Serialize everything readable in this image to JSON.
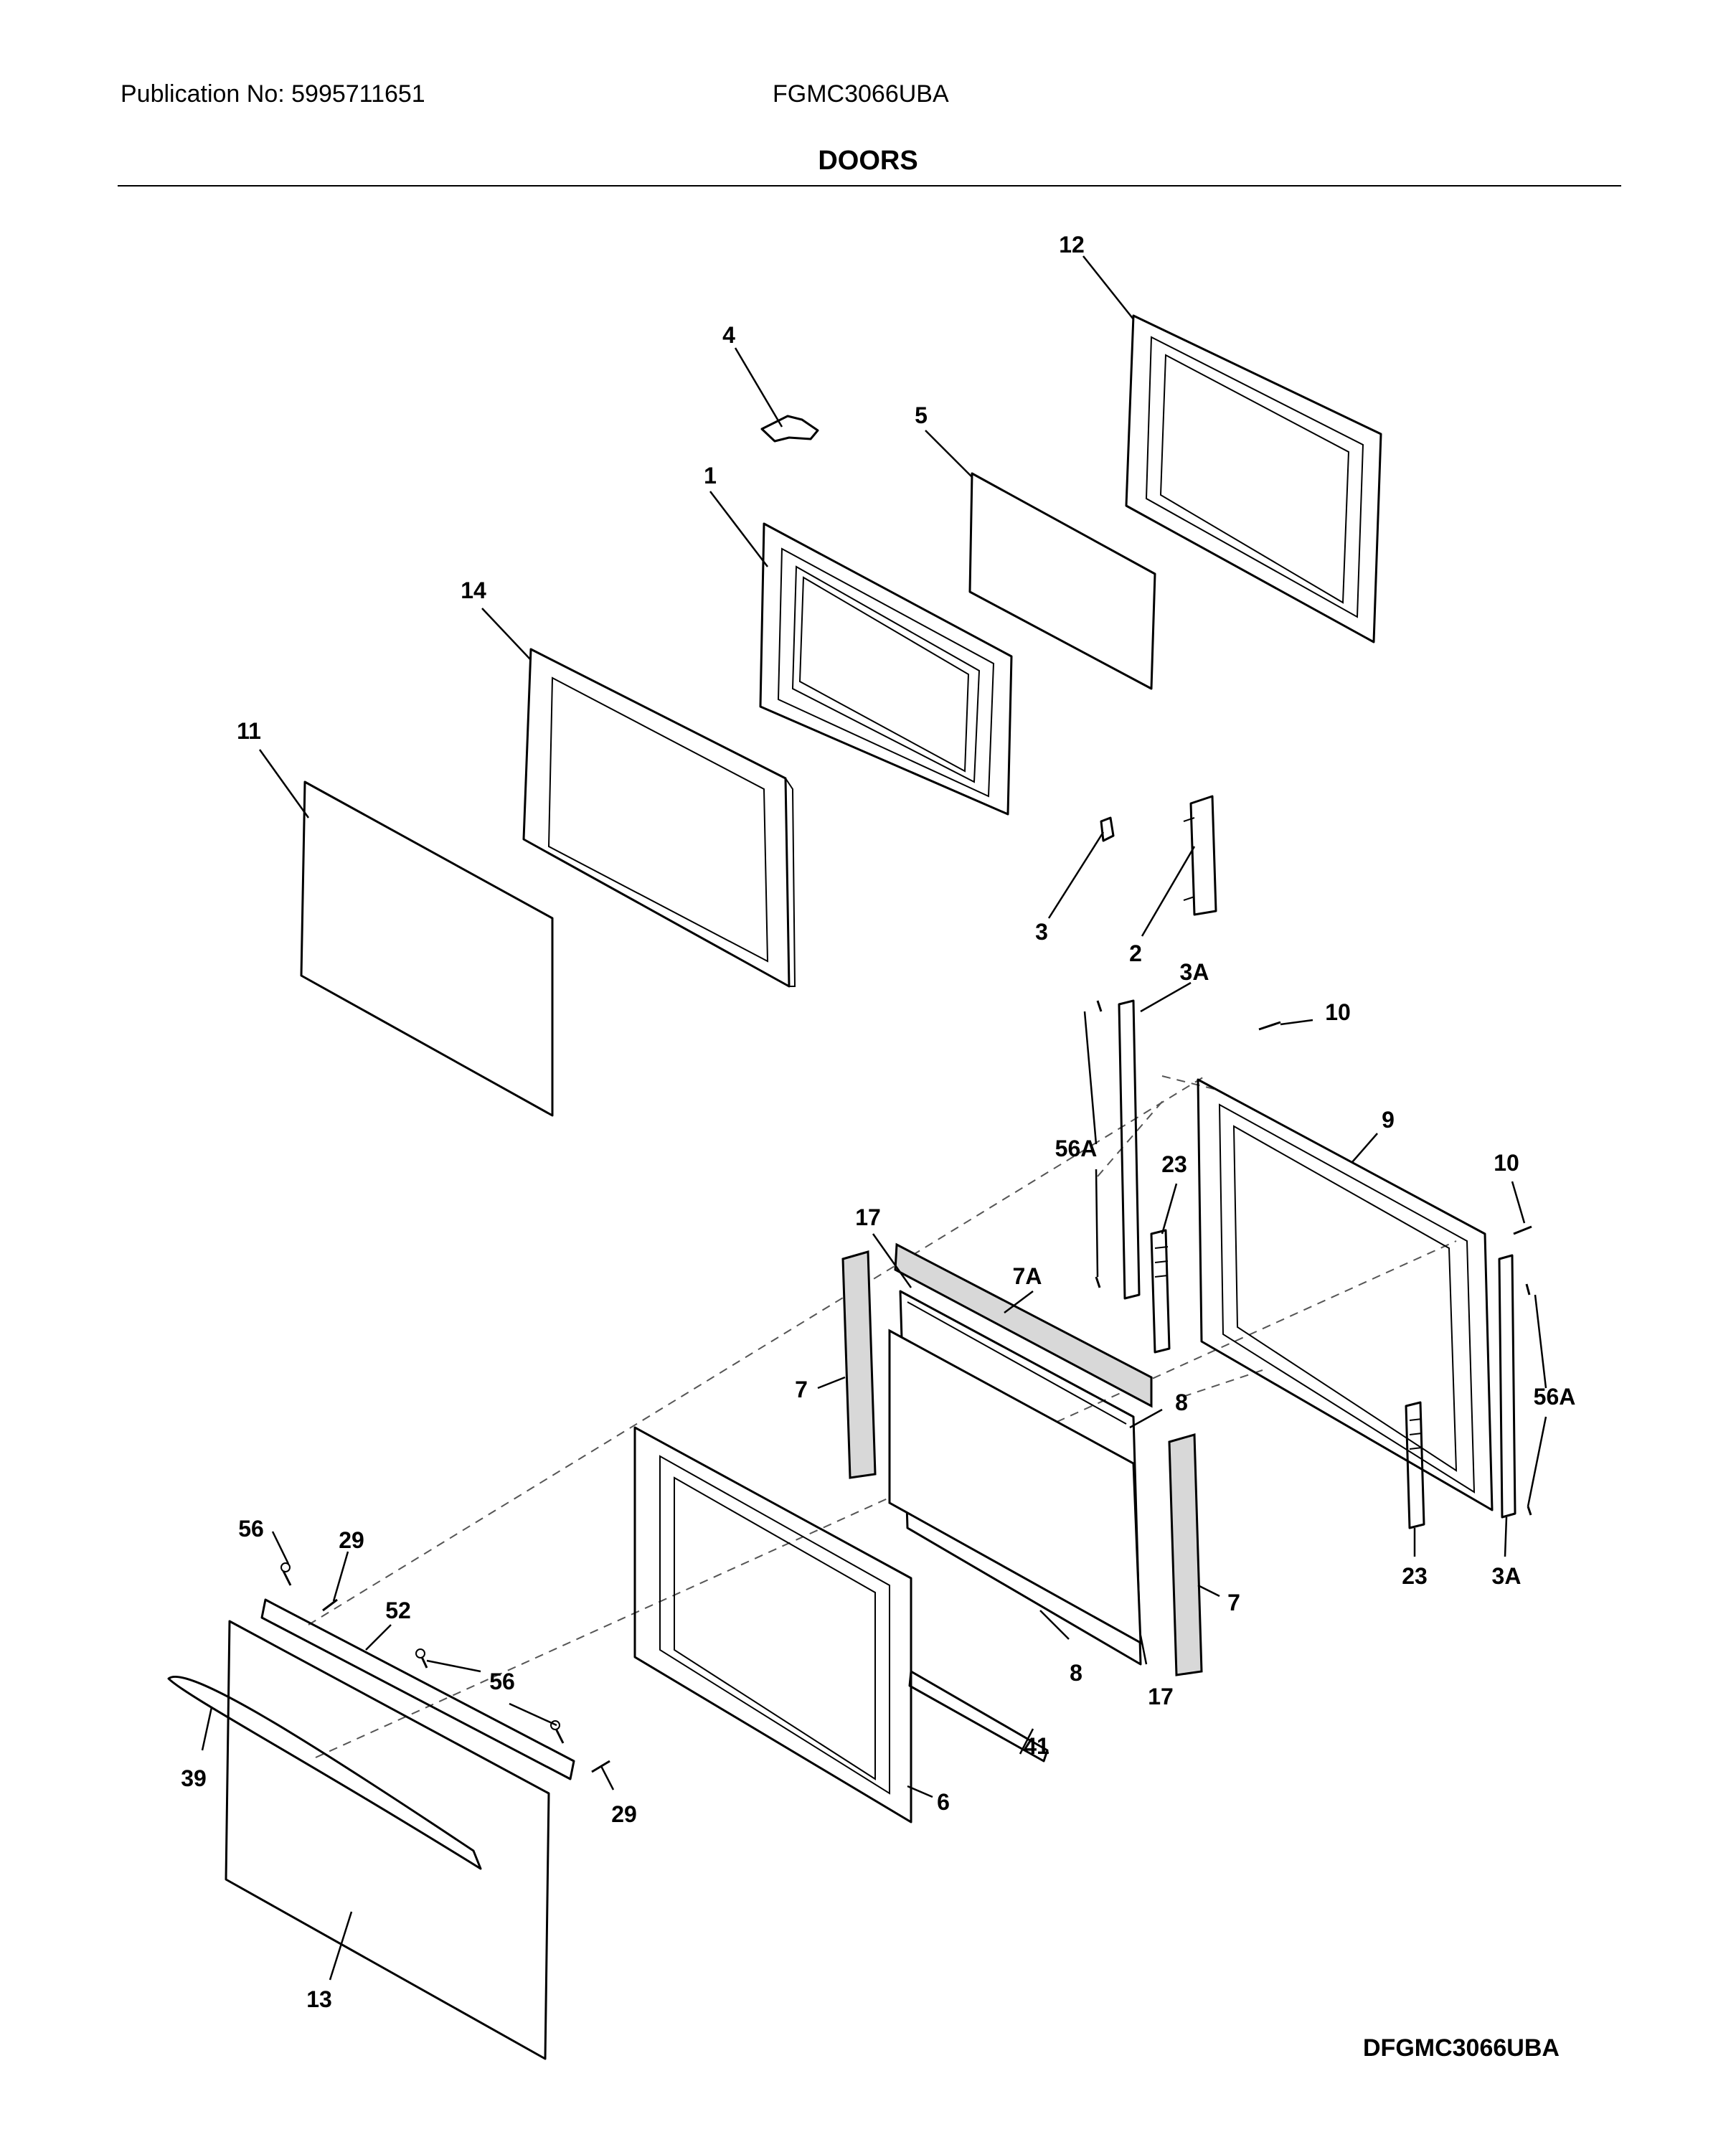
{
  "header": {
    "publication": "Publication No: 5995711651",
    "model": "FGMC3066UBA",
    "section_title": "DOORS"
  },
  "footer": {
    "diagram_code": "DFGMC3066UBA"
  },
  "callouts": {
    "c1": "1",
    "c2": "2",
    "c3": "3",
    "c3a_top": "3A",
    "c3a_bottom": "3A",
    "c4": "4",
    "c5": "5",
    "c6": "6",
    "c7_left": "7",
    "c7_right": "7",
    "c7a": "7A",
    "c8_top": "8",
    "c8_bottom": "8",
    "c9": "9",
    "c10_top": "10",
    "c10_right": "10",
    "c11": "11",
    "c12": "12",
    "c13": "13",
    "c14": "14",
    "c17_top": "17",
    "c17_bottom": "17",
    "c23_top": "23",
    "c23_bottom": "23",
    "c29_top": "29",
    "c29_bottom": "29",
    "c39": "39",
    "c41": "41",
    "c52": "52",
    "c56_left": "56",
    "c56_right": "56",
    "c56a_top": "56A",
    "c56a_right": "56A"
  }
}
